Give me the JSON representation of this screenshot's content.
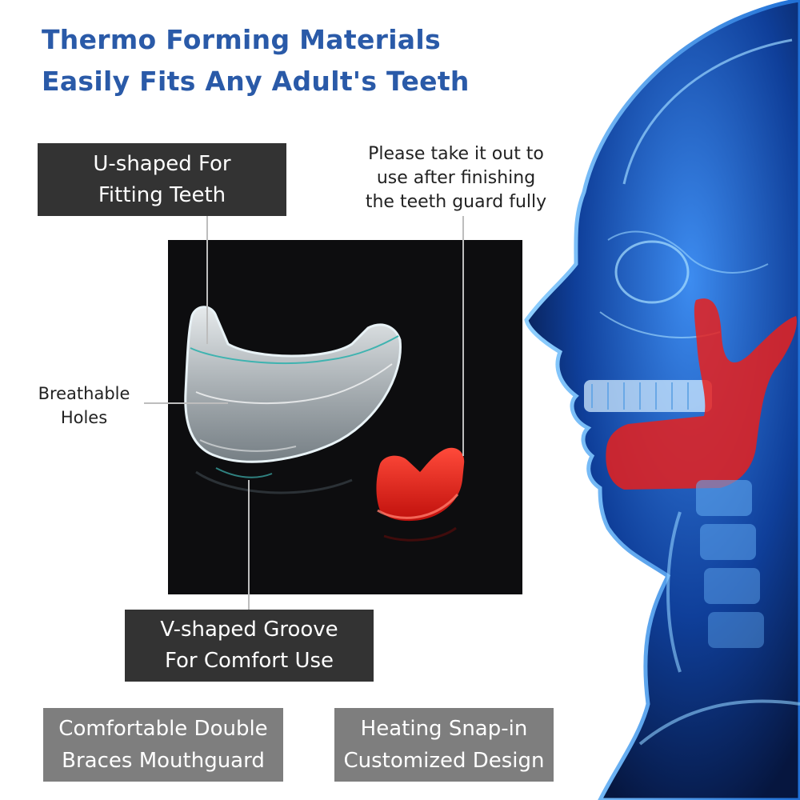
{
  "heading": {
    "line1": "Thermo Forming Materials",
    "line2": "Easily Fits Any Adult's Teeth"
  },
  "callouts": {
    "u_shaped": {
      "line1": "U-shaped For",
      "line2": "Fitting Teeth"
    },
    "breathable": {
      "line1": "Breathable",
      "line2": "Holes"
    },
    "v_shaped": {
      "line1": "V-shaped Groove",
      "line2": "For Comfort Use"
    },
    "note": {
      "line1": "Please take it out to",
      "line2": "use after finishing",
      "line3": "the teeth guard fully"
    }
  },
  "features": {
    "double_braces": {
      "line1": "Comfortable Double",
      "line2": "Braces Mouthguard"
    },
    "snap_in": {
      "line1": "Heating Snap-in",
      "line2": "Customized Design"
    }
  },
  "colors": {
    "heading": "#2a5aa8",
    "dark_box": "#333333",
    "gray_box": "#7e7e7e",
    "guard_red": "#e8201c",
    "xray_blue": "#1f6fd6"
  }
}
